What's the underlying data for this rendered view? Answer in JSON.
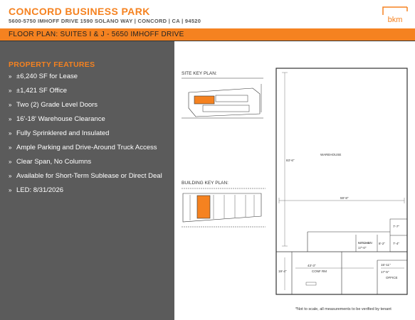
{
  "header": {
    "title": "CONCORD BUSINESS PARK",
    "subtitle": "5600-5750 IMHOFF DRIVE 1590 SOLANO WAY | CONCORD | CA | 94520",
    "logo_text": "bkm"
  },
  "banner": {
    "text": "FLOOR PLAN: SUITES I & J - 5650 IMHOFF DRIVE"
  },
  "sidebar": {
    "title": "PROPERTY FEATURES",
    "bullet": "»",
    "features": [
      "±6,240 SF for Lease",
      "±1,421 SF Office",
      "Two (2) Grade Level Doors",
      "16'-18' Warehouse Clearance",
      "Fully Sprinklered and Insulated",
      "Ample Parking and Drive-Around Truck Access",
      "Clear Span, No Columns",
      "Available for Short-Term Sublease or Direct Deal",
      "LED: 8/31/2026"
    ]
  },
  "plan": {
    "site_key_label": "SITE KEY PLAN:",
    "building_key_label": "BUILDING KEY PLAN:",
    "room_warehouse": "WAREHOUSE",
    "dim_height": "83'-6\"",
    "dim_width": "59'-8\"",
    "room_kitchen": "KITCHEN",
    "room_conf": "CONF RM",
    "room_office": "OFFICE",
    "dim_kitchen": "8'-2\"",
    "dim_17": "17'-0\"",
    "dim_7a": "7'-7\"",
    "dim_7b": "7'-4\"",
    "dim_43": "43'-3\"",
    "dim_15": "15'-11\"",
    "dim_17b": "17'-5\"",
    "dim_19": "19'-4\""
  },
  "footnote": "*Not to scale, all measurements to be verified by tenant",
  "colors": {
    "accent": "#f58220",
    "sidebar_bg": "#5b5b5b"
  }
}
